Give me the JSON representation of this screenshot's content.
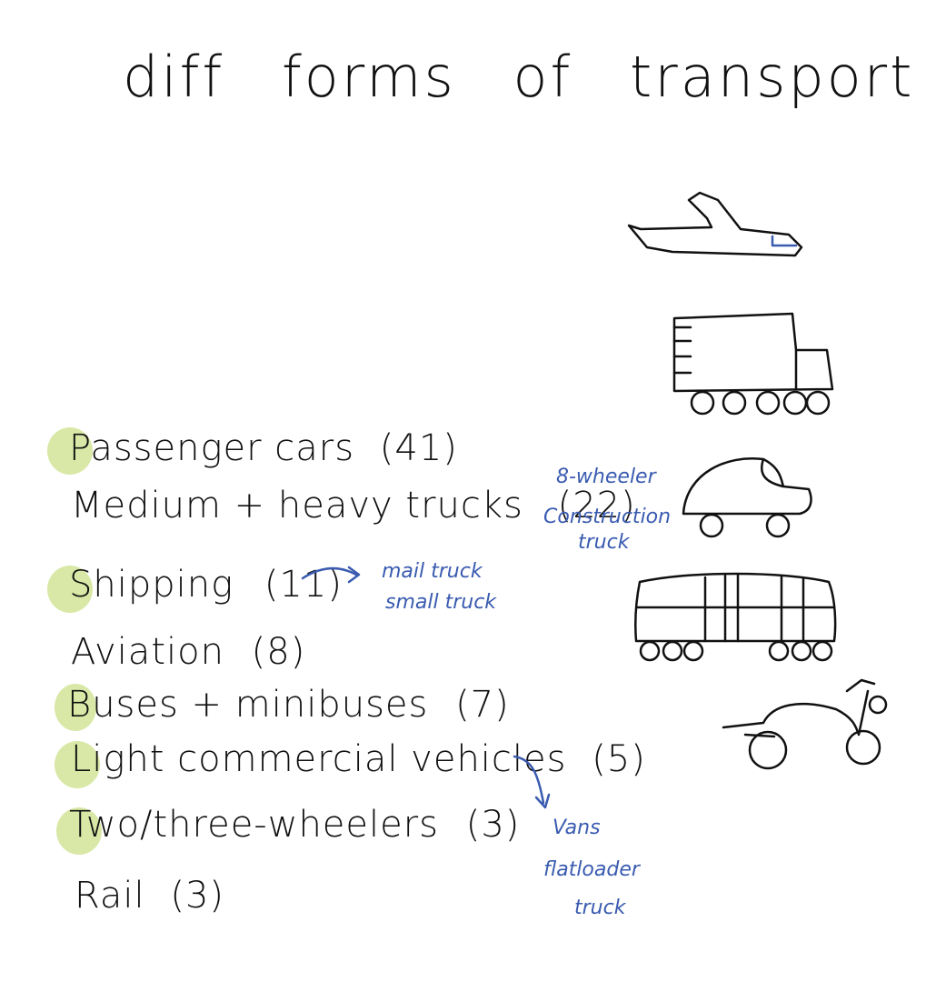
{
  "title": "diff forms of transport",
  "items": [
    {
      "label": "Passenger cars",
      "count": "(41)"
    },
    {
      "label": "Medium + heavy trucks",
      "count": "(22)"
    },
    {
      "label": "Shipping",
      "count": "(11)"
    },
    {
      "label": "Aviation",
      "count": "(8)"
    },
    {
      "label": "Buses + minibuses",
      "count": "(7)"
    },
    {
      "label": "Light commercial vehicles",
      "count": "(5)"
    },
    {
      "label": "Two/three-wheelers",
      "count": "(3)"
    },
    {
      "label": "Rail",
      "count": "(3)"
    }
  ],
  "notes": {
    "trucks_line1": "8-wheeler",
    "trucks_line2": "Construction",
    "trucks_line3": "truck",
    "shipping_line1": "mail truck",
    "shipping_line2": "small truck",
    "lcv_line1": "Vans",
    "lcv_line2": "flatloader",
    "lcv_line3": "truck"
  },
  "colors": {
    "ink": "#111111",
    "note_blue": "#3a5bb0",
    "highlight": "#d9e8a6"
  }
}
